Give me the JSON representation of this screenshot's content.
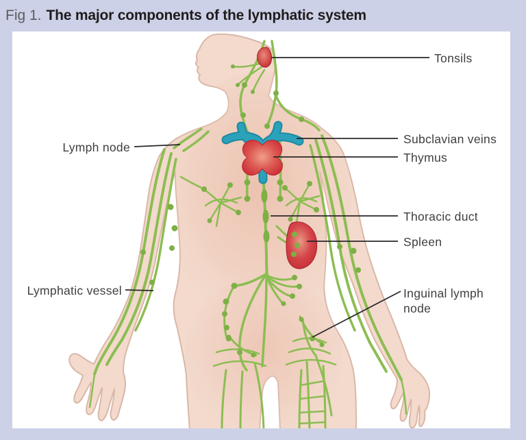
{
  "header": {
    "prefix": "Fig 1.",
    "title": "The major components of the lymphatic system"
  },
  "labels": {
    "tonsils": "Tonsils",
    "subclavian_veins": "Subclavian veins",
    "thymus": "Thymus",
    "thoracic_duct": "Thoracic duct",
    "spleen": "Spleen",
    "inguinal_lymph_node": "Inguinal lymph node",
    "lymph_node": "Lymph node",
    "lymphatic_vessel": "Lymphatic vessel"
  },
  "colors": {
    "background": "#cdd1e7",
    "panel": "#ffffff",
    "skin": "#f3dacd",
    "skin_shade": "#ecc3b2",
    "body_outline": "#d9b7a7",
    "lymph_vessel_green": "#8cbd52",
    "lymph_node_green": "#7eb046",
    "subclavian_vein_teal": "#2ba1ba",
    "organ_red": "#cc3038",
    "leader_line": "#2b2728",
    "title_text": "#1f1b1c",
    "caption_prefix_text": "#5b5b5e",
    "label_text": "#3e3e40"
  }
}
